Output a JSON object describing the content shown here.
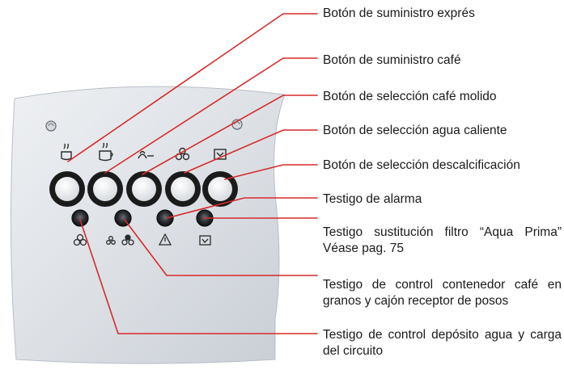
{
  "figure": {
    "panel_color": "#dfe3e8",
    "button_ring_color": "#1b1b1b",
    "button_face_color": "#e9ecef",
    "leader_color": "#d62a2a",
    "icons": {
      "buttons": [
        "espresso-cup-icon",
        "coffee-cup-icon",
        "ground-coffee-icon",
        "hot-water-icon",
        "descaling-icon"
      ],
      "indicators": [
        "water-tank-icon",
        "beans-grounds-icon",
        "warning-triangle-icon",
        "filter-icon"
      ]
    }
  },
  "callouts": [
    {
      "id": "l1",
      "text": "Botón de suministro exprés"
    },
    {
      "id": "l2",
      "text": "Botón de suministro café"
    },
    {
      "id": "l3",
      "text": "Botón de selección café molido"
    },
    {
      "id": "l4",
      "text": "Botón de selección agua caliente"
    },
    {
      "id": "l5",
      "text": "Botón de selección descalcificación"
    },
    {
      "id": "l6",
      "text": "Testigo de alarma"
    },
    {
      "id": "l7",
      "text": "Testigo sustitución filtro “Aqua Prima” Véase pag. 75"
    },
    {
      "id": "l8",
      "text": "Testigo de control contenedor café en granos y cajón receptor de posos"
    },
    {
      "id": "l9",
      "text": "Testigo de control depósito agua y carga del circuito"
    }
  ]
}
